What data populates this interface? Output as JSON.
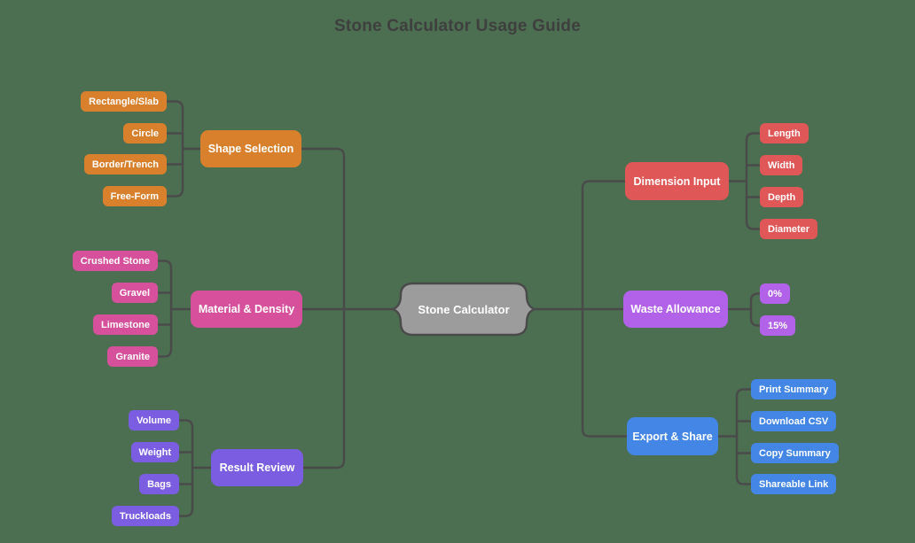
{
  "title": "Stone Calculator Usage Guide",
  "colors": {
    "background": "#4b6f50",
    "connector": "#4a4a4a",
    "title_text": "#3f3f3f",
    "node_text": "#ffffff",
    "root_fill": "#9c9c9c",
    "shape_selection_orange": "#d8802c",
    "material_density_pink": "#d6509c",
    "result_review_purple": "#7b5de2",
    "dimension_input_red": "#e05757",
    "waste_allowance_violet": "#b162e8",
    "export_share_blue": "#4386e5"
  },
  "root": {
    "label": "Stone Calculator"
  },
  "branches": [
    {
      "label": "Shape Selection",
      "color": "#d8802c",
      "children": [
        "Rectangle/Slab",
        "Circle",
        "Border/Trench",
        "Free-Form"
      ]
    },
    {
      "label": "Material & Density",
      "color": "#d6509c",
      "children": [
        "Crushed Stone",
        "Gravel",
        "Limestone",
        "Granite"
      ]
    },
    {
      "label": "Result Review",
      "color": "#7b5de2",
      "children": [
        "Volume",
        "Weight",
        "Bags",
        "Truckloads"
      ]
    },
    {
      "label": "Dimension Input",
      "color": "#e05757",
      "children": [
        "Length",
        "Width",
        "Depth",
        "Diameter"
      ]
    },
    {
      "label": "Waste Allowance",
      "color": "#b162e8",
      "children": [
        "0%",
        "15%"
      ]
    },
    {
      "label": "Export & Share",
      "color": "#4386e5",
      "children": [
        "Print Summary",
        "Download CSV",
        "Copy Summary",
        "Shareable Link"
      ]
    }
  ]
}
